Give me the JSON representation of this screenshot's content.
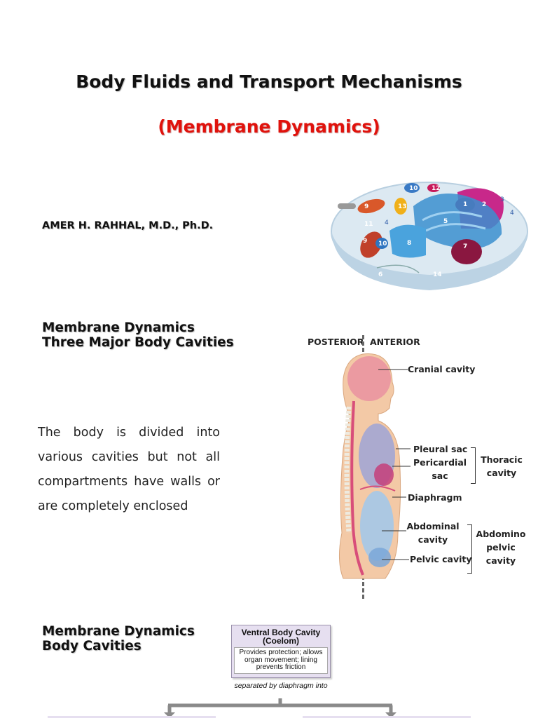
{
  "slide1": {
    "title": "Body Fluids and Transport Mechanisms",
    "subtitle": "(Membrane Dynamics)",
    "author": "AMER H. RAHHAL, M.D., Ph.D.",
    "cell_numbers": [
      "1",
      "2",
      "3",
      "4",
      "4",
      "5",
      "6",
      "7",
      "8",
      "9",
      "9",
      "10",
      "10",
      "11",
      "12",
      "13",
      "14"
    ]
  },
  "slide2": {
    "heading_line1": "Membrane Dynamics",
    "heading_line2": "Three Major Body Cavities",
    "body": "The body is divided into various cavities but not all compartments have walls or are completely enclosed",
    "posterior": "POSTERIOR",
    "anterior": "ANTERIOR",
    "labels": {
      "cranial": "Cranial cavity",
      "pleural": "Pleural sac",
      "pericardial": "Pericardial sac",
      "thoracic": "Thoracic cavity",
      "diaphragm": "Diaphragm",
      "abdominal": "Abdominal cavity",
      "pelvic": "Pelvic cavity",
      "abdominopelvic": "Abdomino pelvic cavity"
    }
  },
  "slide3": {
    "heading_line1": "Membrane Dynamics",
    "heading_line2": "Body Cavities",
    "box_title": "Ventral Body Cavity (Coelom)",
    "box_desc": "Provides protection; allows organ movement; lining prevents friction",
    "separated": "separated by diaphragm into"
  }
}
